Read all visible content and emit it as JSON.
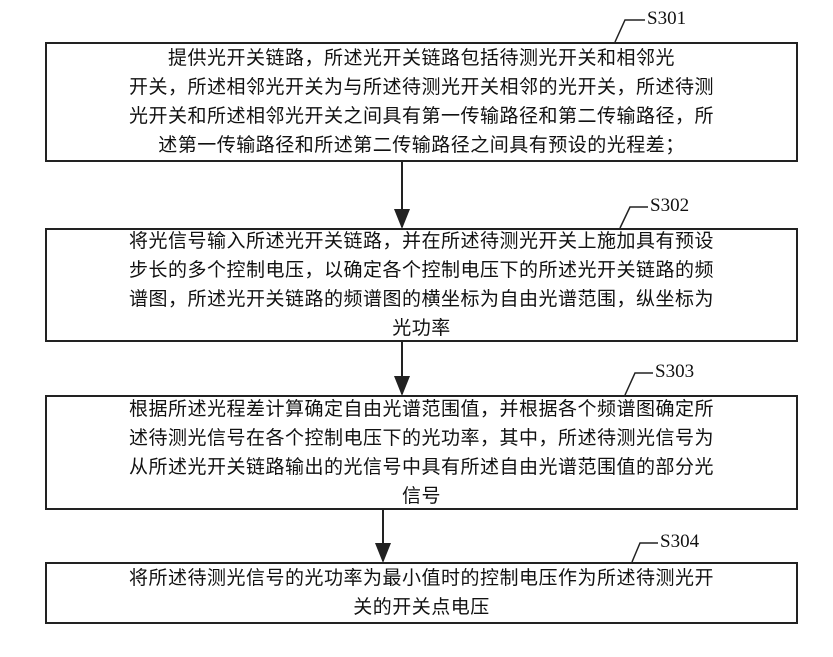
{
  "steps": [
    {
      "id": "S301",
      "lines": [
        "提供光开关链路，所述光开关链路包括待测光开关和相邻光",
        "开关，所述相邻光开关为与所述待测光开关相邻的光开关，所述待测",
        "光开关和所述相邻光开关之间具有第一传输路径和第二传输路径，所",
        "述第一传输路径和所述第二传输路径之间具有预设的光程差；"
      ]
    },
    {
      "id": "S302",
      "lines": [
        "将光信号输入所述光开关链路，并在所述待测光开关上施加具有预设",
        "步长的多个控制电压，以确定各个控制电压下的所述光开关链路的频",
        "谱图，所述光开关链路的频谱图的横坐标为自由光谱范围，纵坐标为",
        "光功率"
      ]
    },
    {
      "id": "S303",
      "lines": [
        "根据所述光程差计算确定自由光谱范围值，并根据各个频谱图确定所",
        "述待测光信号在各个控制电压下的光功率，其中，所述待测光信号为",
        "从所述光开关链路输出的光信号中具有所述自由光谱范围值的部分光",
        "信号"
      ]
    },
    {
      "id": "S304",
      "lines": [
        "将所述待测光信号的光功率为最小值时的控制电压作为所述待测光开",
        "关的开关点电压"
      ]
    }
  ]
}
